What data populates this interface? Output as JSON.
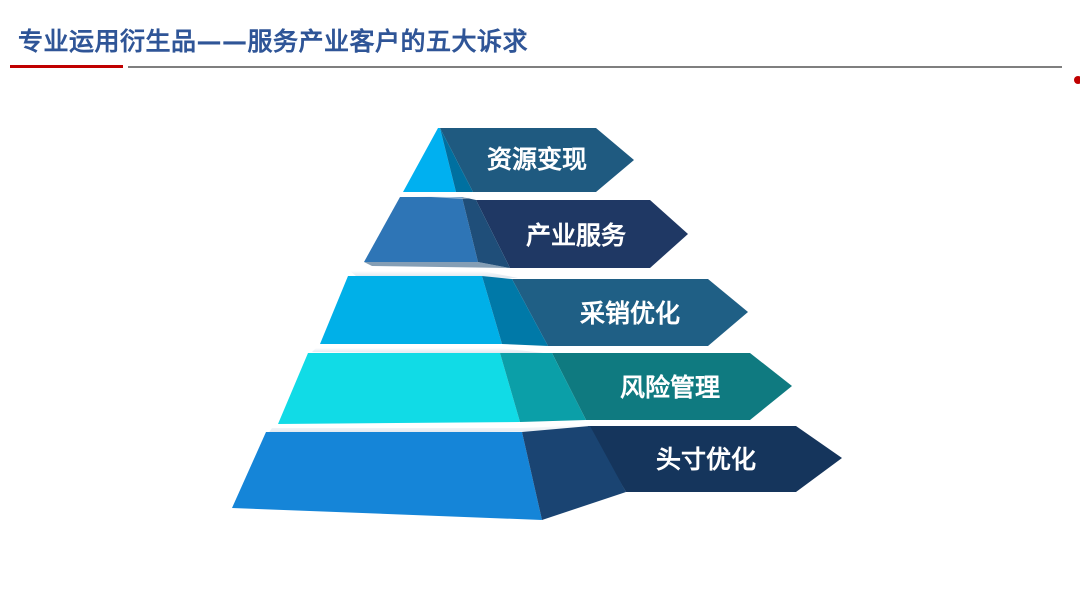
{
  "slide": {
    "title": "专业运用衍生品——服务产业客户的五大诉求"
  },
  "colors": {
    "title": "#2f5597",
    "accent_red": "#c00000",
    "rule_gray": "#7f7f7f"
  },
  "pyramid": {
    "tiers": [
      {
        "label": "资源变现",
        "face": "#00b0f0",
        "side": "#0070a0",
        "arrow": "#1f5a80"
      },
      {
        "label": "产业服务",
        "face": "#2e75b6",
        "side": "#1f4e79",
        "arrow": "#1f3864"
      },
      {
        "label": "采销优化",
        "face": "#00b0e8",
        "side": "#0079a8",
        "arrow": "#1f5f85"
      },
      {
        "label": "风险管理",
        "face": "#11dbe6",
        "side": "#0b9fa8",
        "arrow": "#0f7a80"
      },
      {
        "label": "头寸优化",
        "face": "#1585d8",
        "side": "#1a4472",
        "arrow": "#15355c"
      }
    ]
  }
}
